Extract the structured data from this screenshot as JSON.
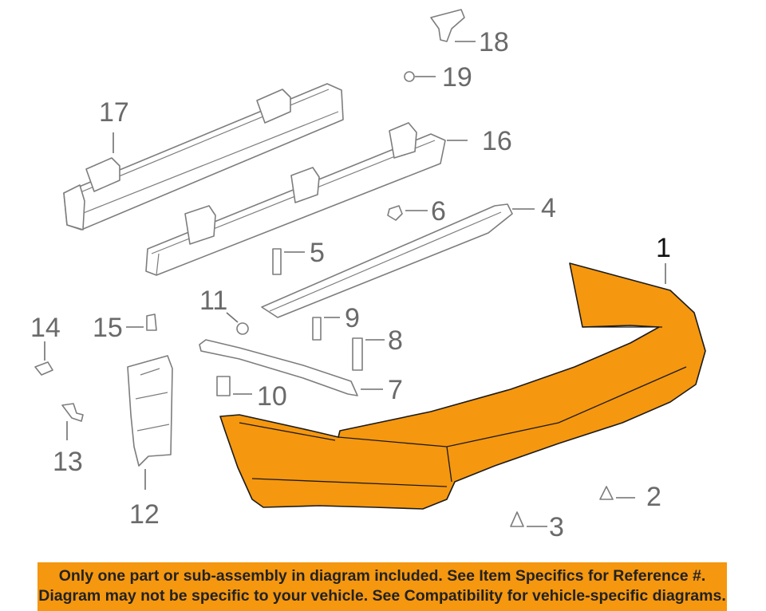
{
  "diagram": {
    "callouts": [
      {
        "id": "1",
        "label": "1"
      },
      {
        "id": "2",
        "label": "2"
      },
      {
        "id": "3",
        "label": "3"
      },
      {
        "id": "4",
        "label": "4"
      },
      {
        "id": "5",
        "label": "5"
      },
      {
        "id": "6",
        "label": "6"
      },
      {
        "id": "7",
        "label": "7"
      },
      {
        "id": "8",
        "label": "8"
      },
      {
        "id": "9",
        "label": "9"
      },
      {
        "id": "10",
        "label": "10"
      },
      {
        "id": "11",
        "label": "11"
      },
      {
        "id": "12",
        "label": "12"
      },
      {
        "id": "13",
        "label": "13"
      },
      {
        "id": "14",
        "label": "14"
      },
      {
        "id": "15",
        "label": "15"
      },
      {
        "id": "16",
        "label": "16"
      },
      {
        "id": "17",
        "label": "17"
      },
      {
        "id": "18",
        "label": "18"
      },
      {
        "id": "19",
        "label": "19"
      }
    ],
    "highlighted_part": "1",
    "colors": {
      "highlight": "#f5970f",
      "line": "#7d7d7d",
      "notice_bg": "#f5970f"
    }
  },
  "notice": {
    "line1": "Only one part or sub-assembly in diagram included. See Item Specifics for Reference #.",
    "line2": "Diagram may not be specific to your vehicle. See Compatibility for vehicle-specific diagrams."
  }
}
